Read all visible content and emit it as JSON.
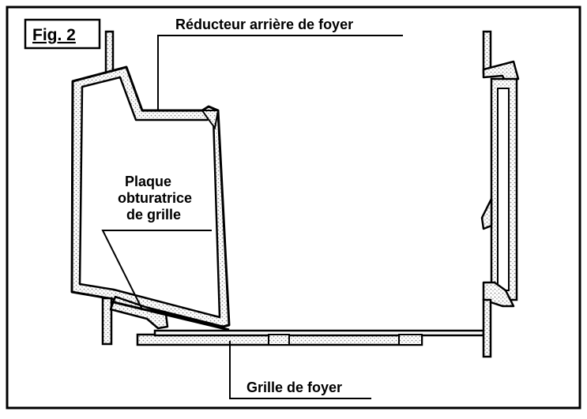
{
  "figure": {
    "label": "Fig. 2"
  },
  "labels": {
    "rear_reducer": "Réducteur arrière de foyer",
    "plate_line1": "Plaque",
    "plate_line2": "obturatrice",
    "plate_line3": "de grille",
    "grate": "Grille de foyer"
  },
  "colors": {
    "ink": "#000000",
    "hatch": "#bdbdbd",
    "background": "#ffffff"
  }
}
